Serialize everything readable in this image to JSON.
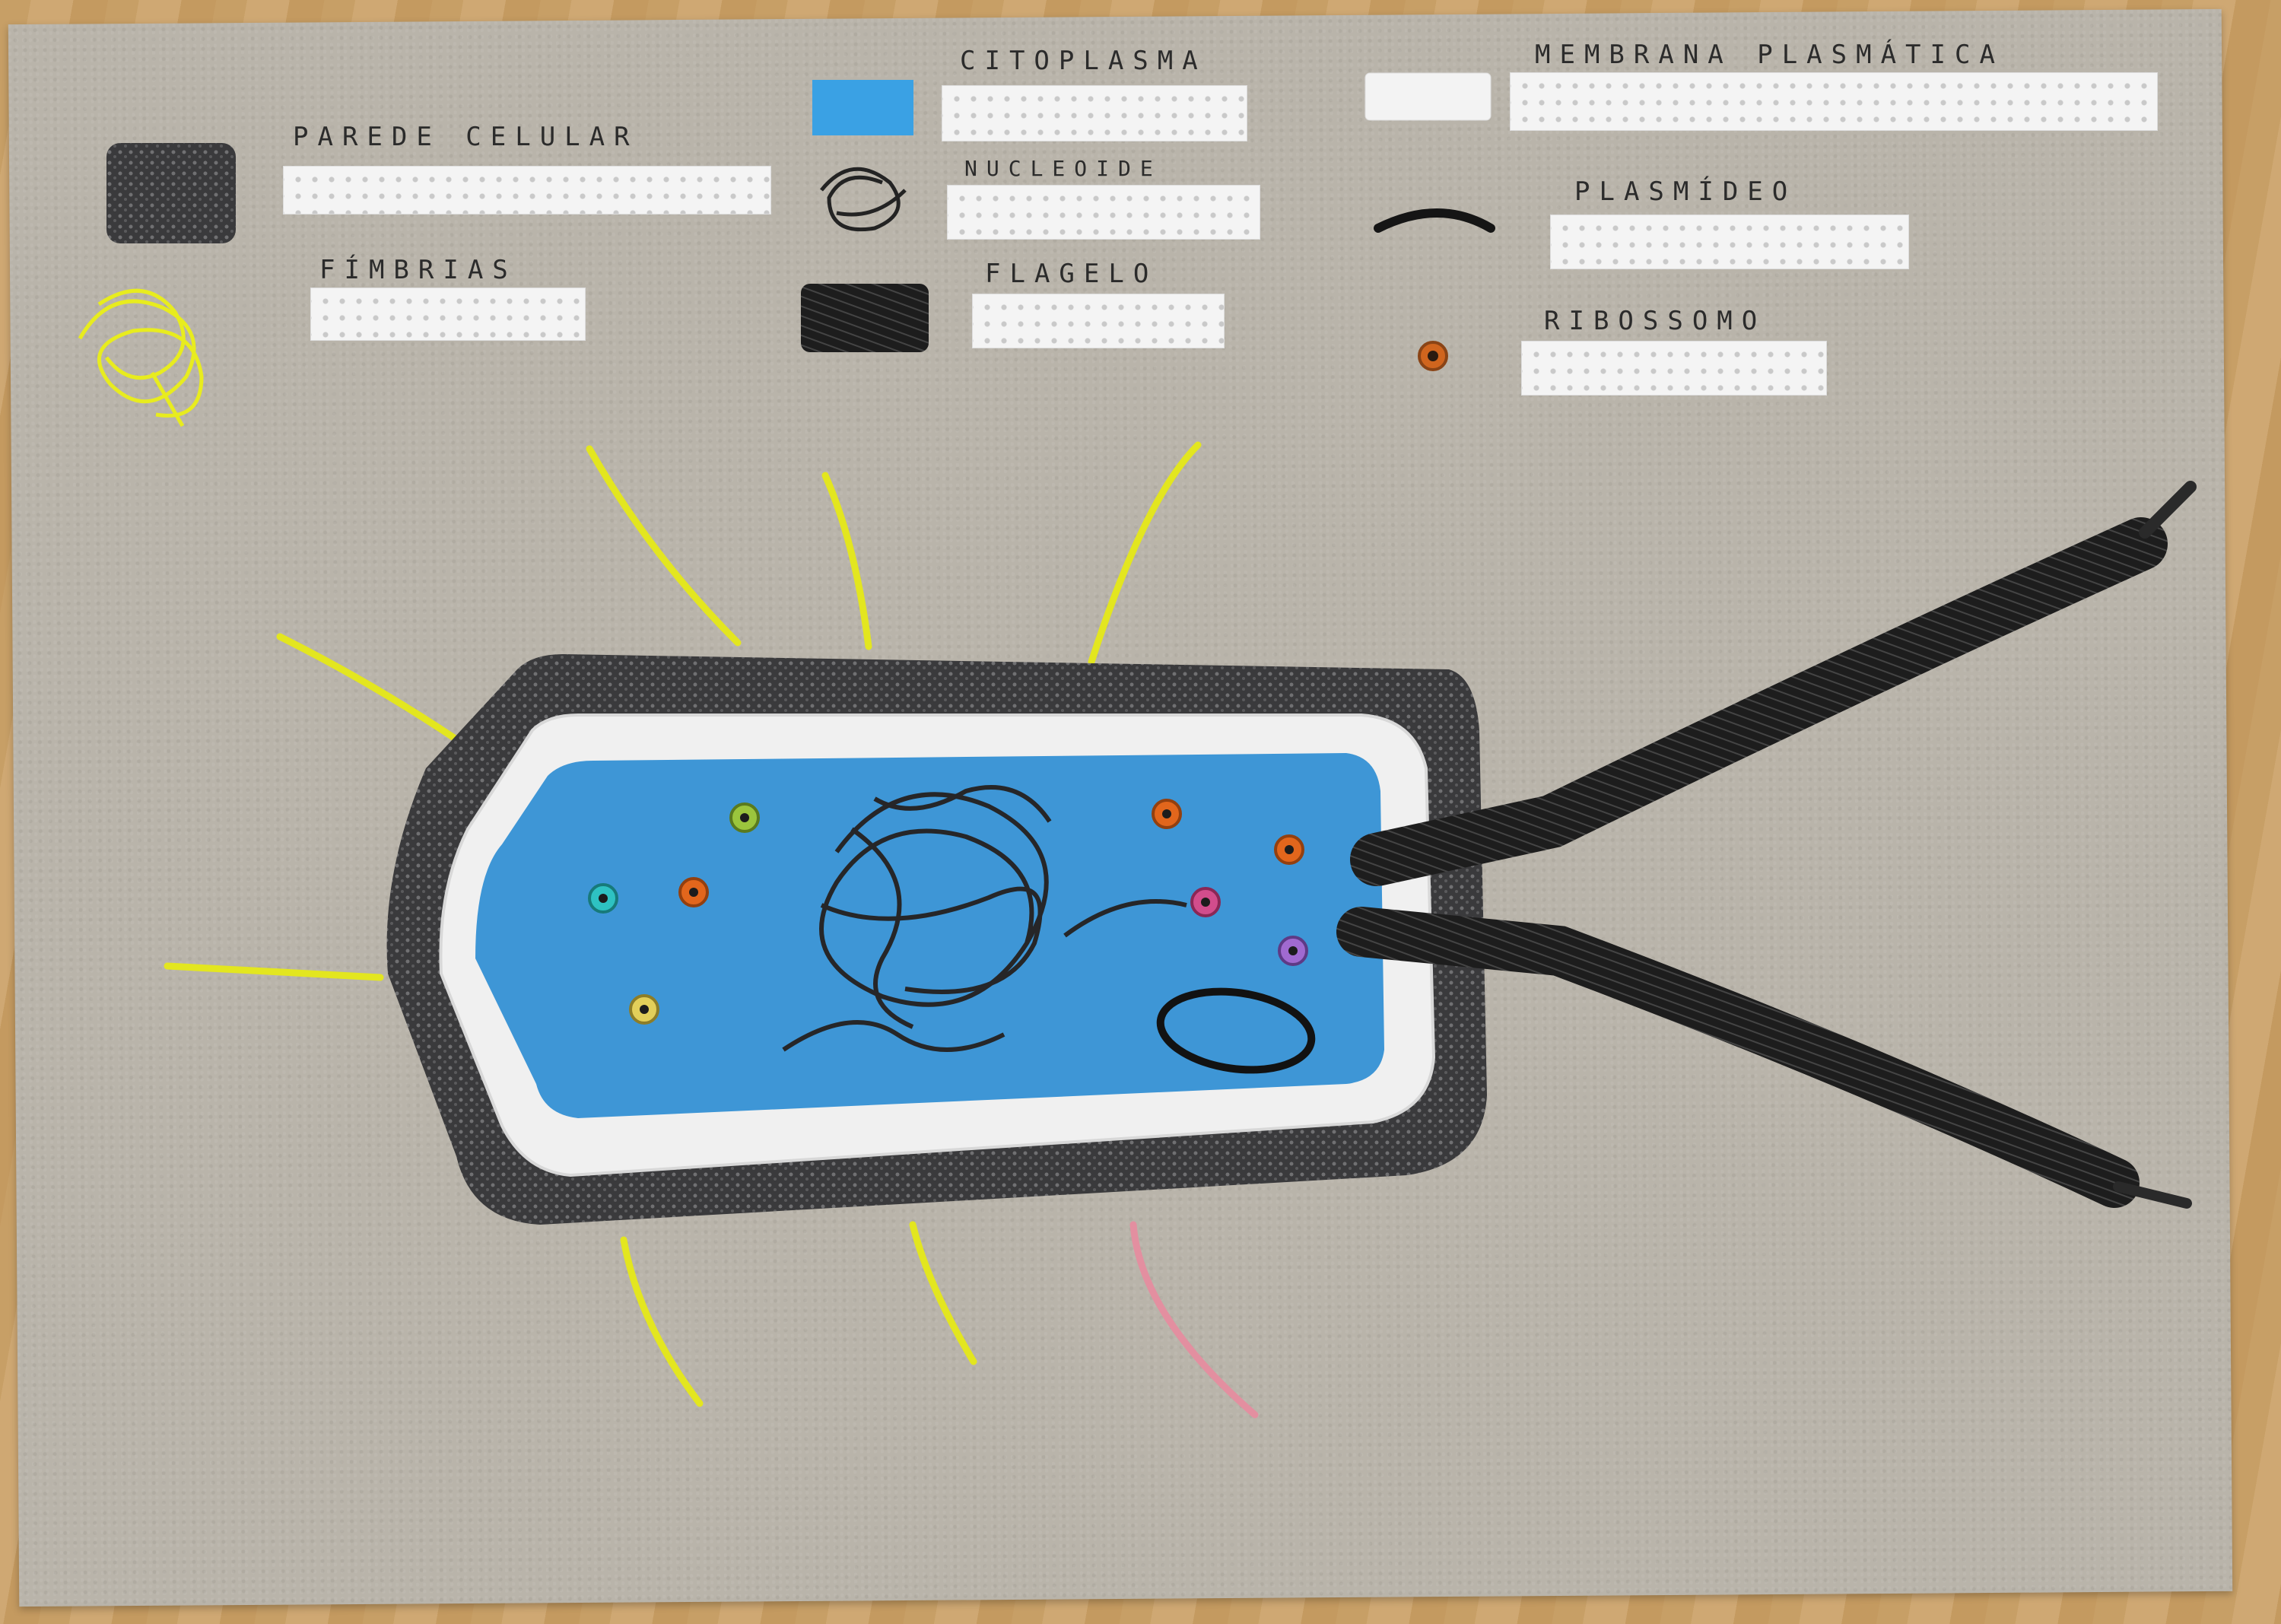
{
  "legend": {
    "parede_celular": "PAREDE CELULAR",
    "fimbrias": "FÍMBRIAS",
    "citoplasma": "CITOPLASMA",
    "nucleoide": "NUCLEOIDE",
    "flagelo": "FLAGELO",
    "membrana_plasmatica": "MEMBRANA PLASMÁTICA",
    "plasmideo": "PLASMÍDEO",
    "ribossomo": "RIBOSSOMO"
  },
  "colors": {
    "board": "#b9b4aa",
    "cell_wall": "#3d3d3f",
    "membrane": "#f1f1f1",
    "cytoplasm": "#3f98d8",
    "fimbriae": "#e6ea1c",
    "flagellum": "#1c1c1c"
  }
}
